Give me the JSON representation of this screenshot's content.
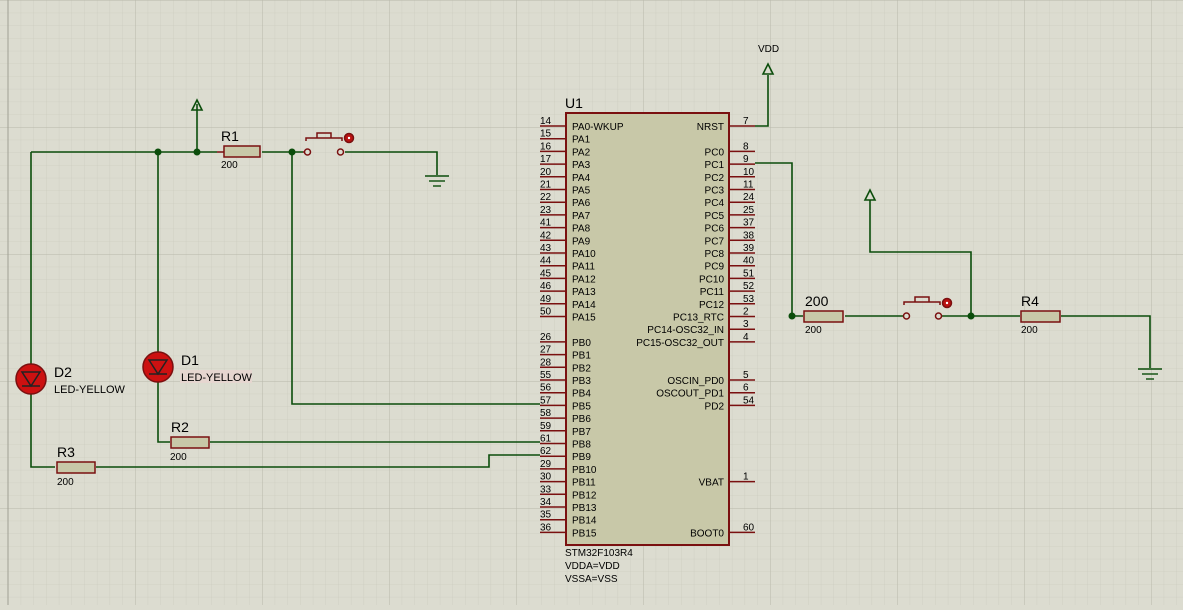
{
  "colors": {
    "background": "#dcdcd0",
    "grid": "#c4c4b6",
    "wire": "#0b4d0b",
    "component": "#7a1010",
    "chip_fill": "#c8c8a8",
    "led_fill": "#cc1111"
  },
  "chip": {
    "ref": "U1",
    "part": "STM32F103R4",
    "prop1": "VDDA=VDD",
    "prop2": "VSSA=VSS",
    "left_pins": [
      {
        "num": "14",
        "name": "PA0-WKUP"
      },
      {
        "num": "15",
        "name": "PA1"
      },
      {
        "num": "16",
        "name": "PA2"
      },
      {
        "num": "17",
        "name": "PA3"
      },
      {
        "num": "20",
        "name": "PA4"
      },
      {
        "num": "21",
        "name": "PA5"
      },
      {
        "num": "22",
        "name": "PA6"
      },
      {
        "num": "23",
        "name": "PA7"
      },
      {
        "num": "41",
        "name": "PA8"
      },
      {
        "num": "42",
        "name": "PA9"
      },
      {
        "num": "43",
        "name": "PA10"
      },
      {
        "num": "44",
        "name": "PA11"
      },
      {
        "num": "45",
        "name": "PA12"
      },
      {
        "num": "46",
        "name": "PA13"
      },
      {
        "num": "49",
        "name": "PA14"
      },
      {
        "num": "50",
        "name": "PA15"
      },
      {
        "num": "26",
        "name": "PB0"
      },
      {
        "num": "27",
        "name": "PB1"
      },
      {
        "num": "28",
        "name": "PB2"
      },
      {
        "num": "55",
        "name": "PB3"
      },
      {
        "num": "56",
        "name": "PB4"
      },
      {
        "num": "57",
        "name": "PB5"
      },
      {
        "num": "58",
        "name": "PB6"
      },
      {
        "num": "59",
        "name": "PB7"
      },
      {
        "num": "61",
        "name": "PB8"
      },
      {
        "num": "62",
        "name": "PB9"
      },
      {
        "num": "29",
        "name": "PB10"
      },
      {
        "num": "30",
        "name": "PB11"
      },
      {
        "num": "33",
        "name": "PB12"
      },
      {
        "num": "34",
        "name": "PB13"
      },
      {
        "num": "35",
        "name": "PB14"
      },
      {
        "num": "36",
        "name": "PB15"
      }
    ],
    "right_pins": [
      {
        "num": "7",
        "name": "NRST"
      },
      {
        "num": "8",
        "name": "PC0"
      },
      {
        "num": "9",
        "name": "PC1"
      },
      {
        "num": "10",
        "name": "PC2"
      },
      {
        "num": "11",
        "name": "PC3"
      },
      {
        "num": "24",
        "name": "PC4"
      },
      {
        "num": "25",
        "name": "PC5"
      },
      {
        "num": "37",
        "name": "PC6"
      },
      {
        "num": "38",
        "name": "PC7"
      },
      {
        "num": "39",
        "name": "PC8"
      },
      {
        "num": "40",
        "name": "PC9"
      },
      {
        "num": "51",
        "name": "PC10"
      },
      {
        "num": "52",
        "name": "PC11"
      },
      {
        "num": "53",
        "name": "PC12"
      },
      {
        "num": "2",
        "name": "PC13_RTC"
      },
      {
        "num": "3",
        "name": "PC14-OSC32_IN"
      },
      {
        "num": "4",
        "name": "PC15-OSC32_OUT"
      },
      {
        "num": "5",
        "name": "OSCIN_PD0"
      },
      {
        "num": "6",
        "name": "OSCOUT_PD1"
      },
      {
        "num": "54",
        "name": "PD2"
      },
      {
        "num": "1",
        "name": "VBAT"
      },
      {
        "num": "60",
        "name": "BOOT0"
      }
    ]
  },
  "vdd_label": "VDD",
  "r1": {
    "ref": "R1",
    "value": "200"
  },
  "r2": {
    "ref": "R2",
    "value": "200"
  },
  "r3": {
    "ref": "R3",
    "value": "200"
  },
  "r4": {
    "ref": "R4",
    "value": "200"
  },
  "r5": {
    "ref": "200",
    "value": "200"
  },
  "d1": {
    "ref": "D1",
    "value": "LED-YELLOW"
  },
  "d2": {
    "ref": "D2",
    "value": "LED-YELLOW"
  }
}
